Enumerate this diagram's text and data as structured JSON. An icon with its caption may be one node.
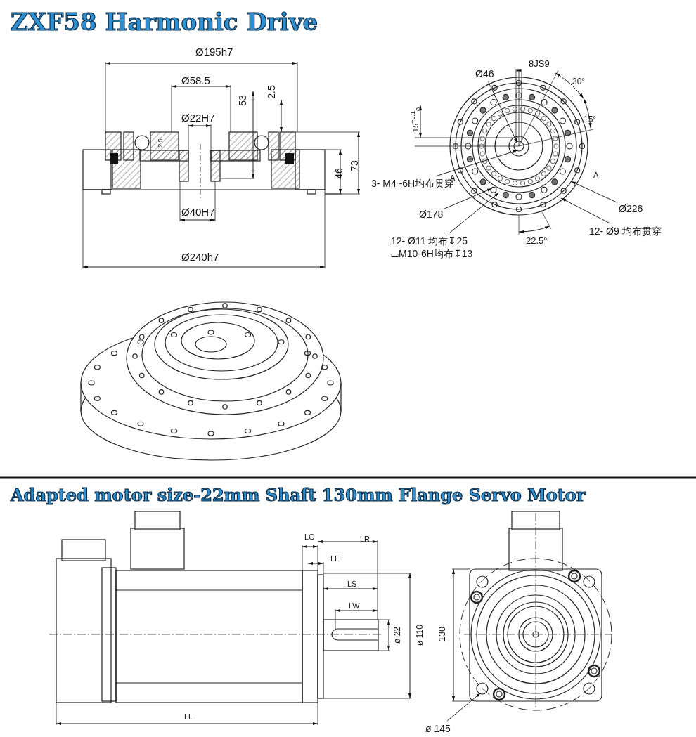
{
  "diagram": {
    "title": "ZXF58 Harmonic Drive",
    "nodes": [
      {
        "text": [
          "Ø46"
        ]
      },
      {
        "text": [
          "3- M4 -6H均布贯穿"
        ]
      },
      {
        "text": [
          "Ø178"
        ]
      },
      {
        "text": [
          "12- Ø11 均布↧25",
          "⌴M10-6H均布↧13"
        ]
      },
      {
        "text": [
          "Ø226"
        ]
      },
      {
        "text": [
          "12- Ø9 均布贯穿"
        ]
      },
      {
        "text": [
          "ø 145"
        ]
      }
    ],
    "edges": [
      {
        "from": 0,
        "to": null,
        "arrow": "to"
      },
      {
        "from": 1,
        "to": null,
        "arrow": "to"
      },
      {
        "from": 2,
        "to": null,
        "arrow": "to"
      },
      {
        "from": 3,
        "to": null,
        "arrow": "to"
      },
      {
        "from": 4,
        "to": null,
        "arrow": "to"
      },
      {
        "from": 5,
        "to": null,
        "arrow": "to"
      },
      {
        "from": 6,
        "to": null,
        "arrow": "to"
      }
    ],
    "labels": [
      "Ø195h7",
      "Ø58.5",
      "53",
      "2.5",
      "Ø22H7",
      "2.5",
      "73",
      "46",
      "Ø40H7",
      "Ø240h7",
      "8JS9",
      "30°",
      "15°",
      "15$^{+0.1}$$_{0}$",
      "A",
      "A",
      "22.5°",
      "Adapted motor size-22mm Shaft  130mm Flange Servo Motor",
      "LG",
      "LR",
      "LE",
      "LS",
      "LW",
      "ø 22",
      "ø 110",
      "130",
      "LL"
    ]
  }
}
